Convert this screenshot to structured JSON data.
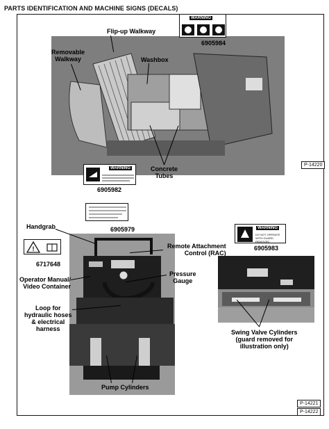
{
  "header": {
    "title": "PARTS IDENTIFICATION AND MACHINE SIGNS (DECALS)"
  },
  "fig1": {
    "labels": {
      "flipup": "Flip-up Walkway",
      "removable": "Removable\nWalkway",
      "washbox": "Washbox",
      "concrete": "Concrete\nTubes"
    },
    "decals": {
      "top_right_warning": "WARNING",
      "top_right_pn": "6905984",
      "bottom_left_warning": "WARNING",
      "bottom_left_pn": "6905982"
    },
    "photo_id": "P-14220"
  },
  "fig2": {
    "labels": {
      "handgrab": "Handgrab",
      "pn_6905979": "6905979",
      "remote": "Remote Attachment\nControl (RAC)",
      "pressure": "Pressure\nGauge",
      "operator": "Operator Manual/\nVideo Container",
      "loop": "Loop for\nhydraulic hoses\n& electrical\nharness",
      "pump": "Pump Cylinders",
      "pn_6717648": "6717648"
    },
    "photo_id": "P-14221"
  },
  "fig3": {
    "decal_warning": "WARNING",
    "decal_text": "DO NOT OPERATE WITH GUARD REMOVED",
    "pn": "6905983",
    "label": "Swing Valve Cylinders\n(guard removed for\nillustration only)",
    "photo_id": "P-14222"
  },
  "colors": {
    "photo": "#8a8a8a",
    "ink": "#111111"
  }
}
